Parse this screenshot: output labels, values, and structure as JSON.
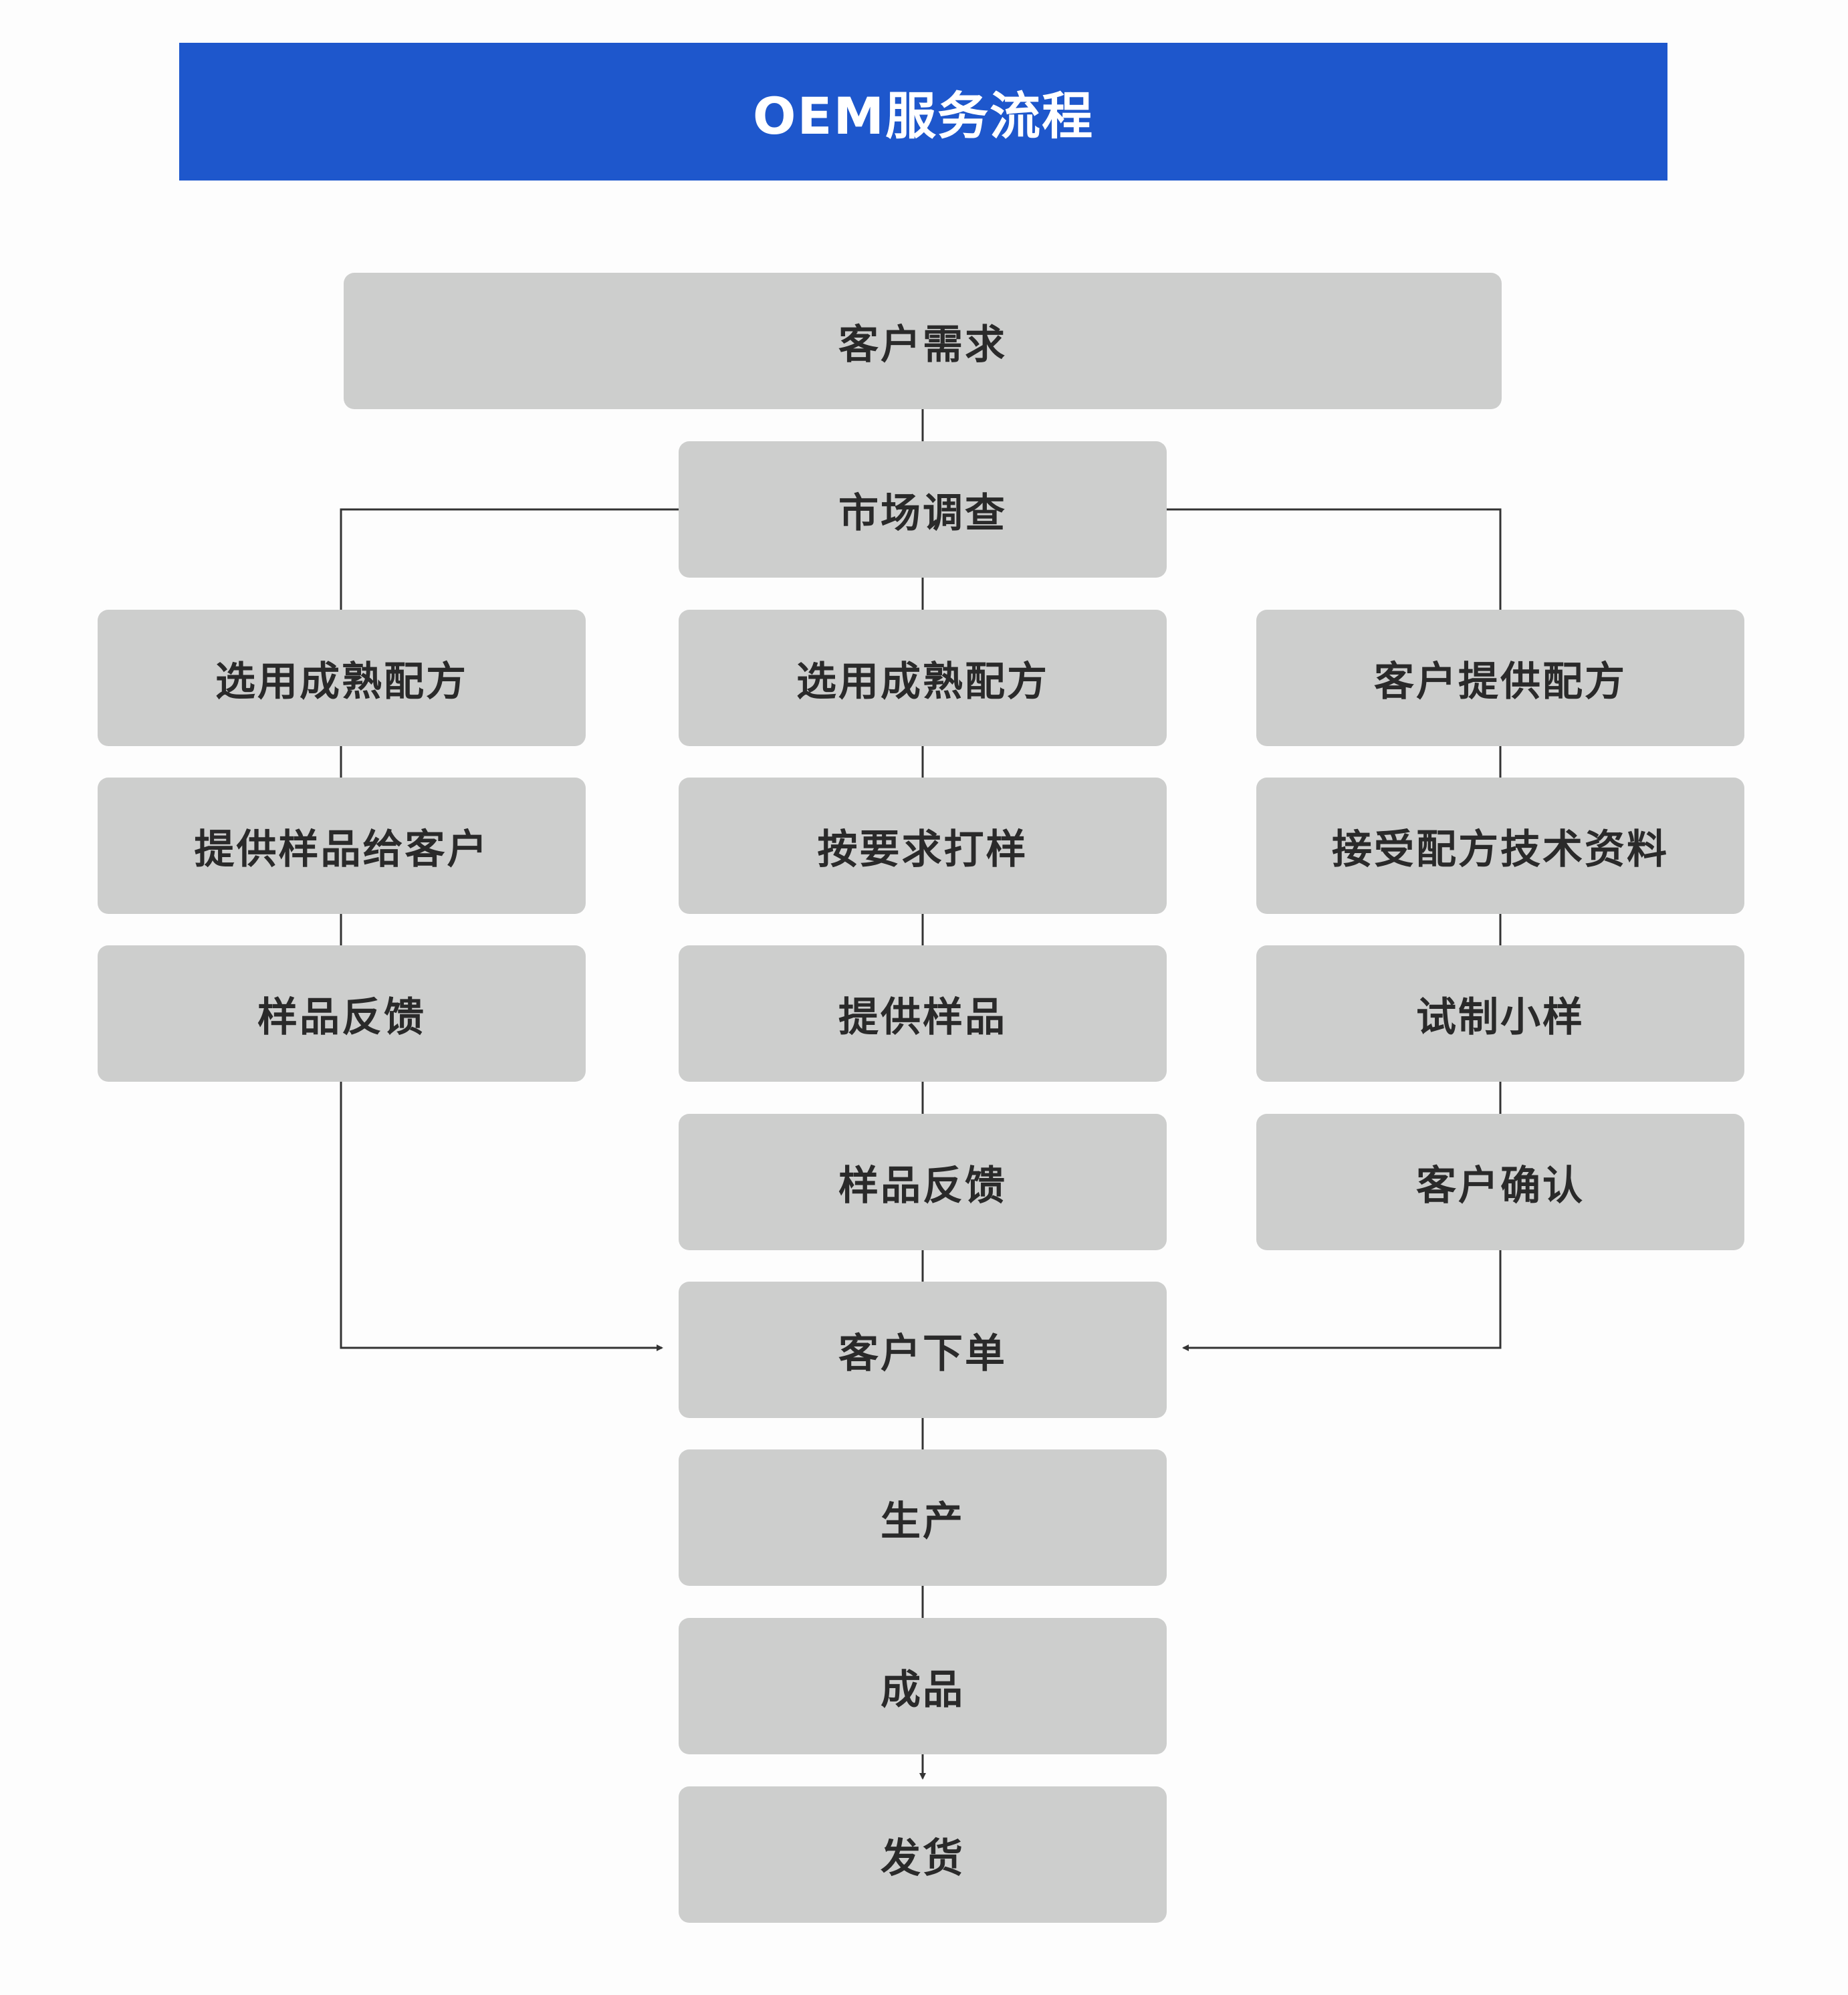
{
  "title": "OEM服务流程",
  "nodes": {
    "demand": "客户需求",
    "research": "市场调查",
    "left": [
      "选用成熟配方",
      "提供样品给客户",
      "样品反馈"
    ],
    "center": [
      "选用成熟配方",
      "按要求打样",
      "提供样品",
      "样品反馈"
    ],
    "right": [
      "客户提供配方",
      "接受配方技术资料",
      "试制小样",
      "客户确认"
    ],
    "order": "客户下单",
    "production": "生产",
    "finished": "成品",
    "shipping": "发货"
  },
  "colors": {
    "header": "#1e57cc",
    "node": "#cdcecd",
    "connector": "#333333"
  }
}
